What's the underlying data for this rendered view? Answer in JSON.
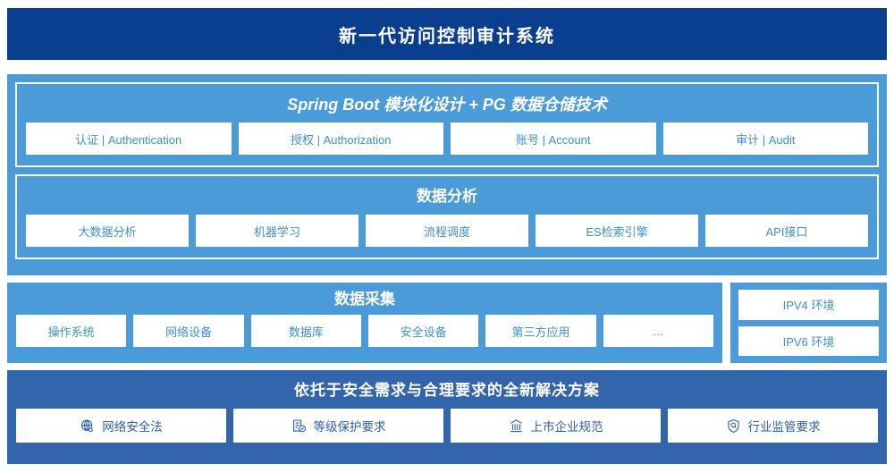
{
  "header": {
    "title": "新一代访问控制审计系统"
  },
  "platform": {
    "core": {
      "title": "Spring Boot 模块化设计 + PG 数据仓储技术",
      "items": [
        {
          "label": "认证 | Authentication"
        },
        {
          "label": "授权 | Authorization"
        },
        {
          "label": "账号 | Account"
        },
        {
          "label": "审计 | Audit"
        }
      ]
    },
    "analysis": {
      "title": "数据分析",
      "items": [
        {
          "label": "大数据分析"
        },
        {
          "label": "机器学习"
        },
        {
          "label": "流程调度"
        },
        {
          "label": "ES检索引擎"
        },
        {
          "label": "API接口"
        }
      ]
    }
  },
  "collection": {
    "title": "数据采集",
    "items": [
      {
        "label": "操作系统"
      },
      {
        "label": "网络设备"
      },
      {
        "label": "数据库"
      },
      {
        "label": "安全设备"
      },
      {
        "label": "第三方应用"
      },
      {
        "label": "…"
      }
    ],
    "environments": [
      {
        "label": "IPV4 环境"
      },
      {
        "label": "IPV6 环境"
      }
    ]
  },
  "compliance": {
    "title": "依托于安全需求与合理要求的全新解决方案",
    "items": [
      {
        "label": "网络安全法",
        "icon": "globe-icon"
      },
      {
        "label": "等级保护要求",
        "icon": "document-check-icon"
      },
      {
        "label": "上市企业规范",
        "icon": "bank-building-icon"
      },
      {
        "label": "行业监管要求",
        "icon": "shield-search-icon"
      }
    ]
  },
  "colors": {
    "header_navy": "#0A3F8F",
    "panel_blue": "#4A9BD8",
    "compliance_blue": "#3365AD",
    "chip_text": "#3D8FD0",
    "chip_bg": "#FFFFFF"
  }
}
